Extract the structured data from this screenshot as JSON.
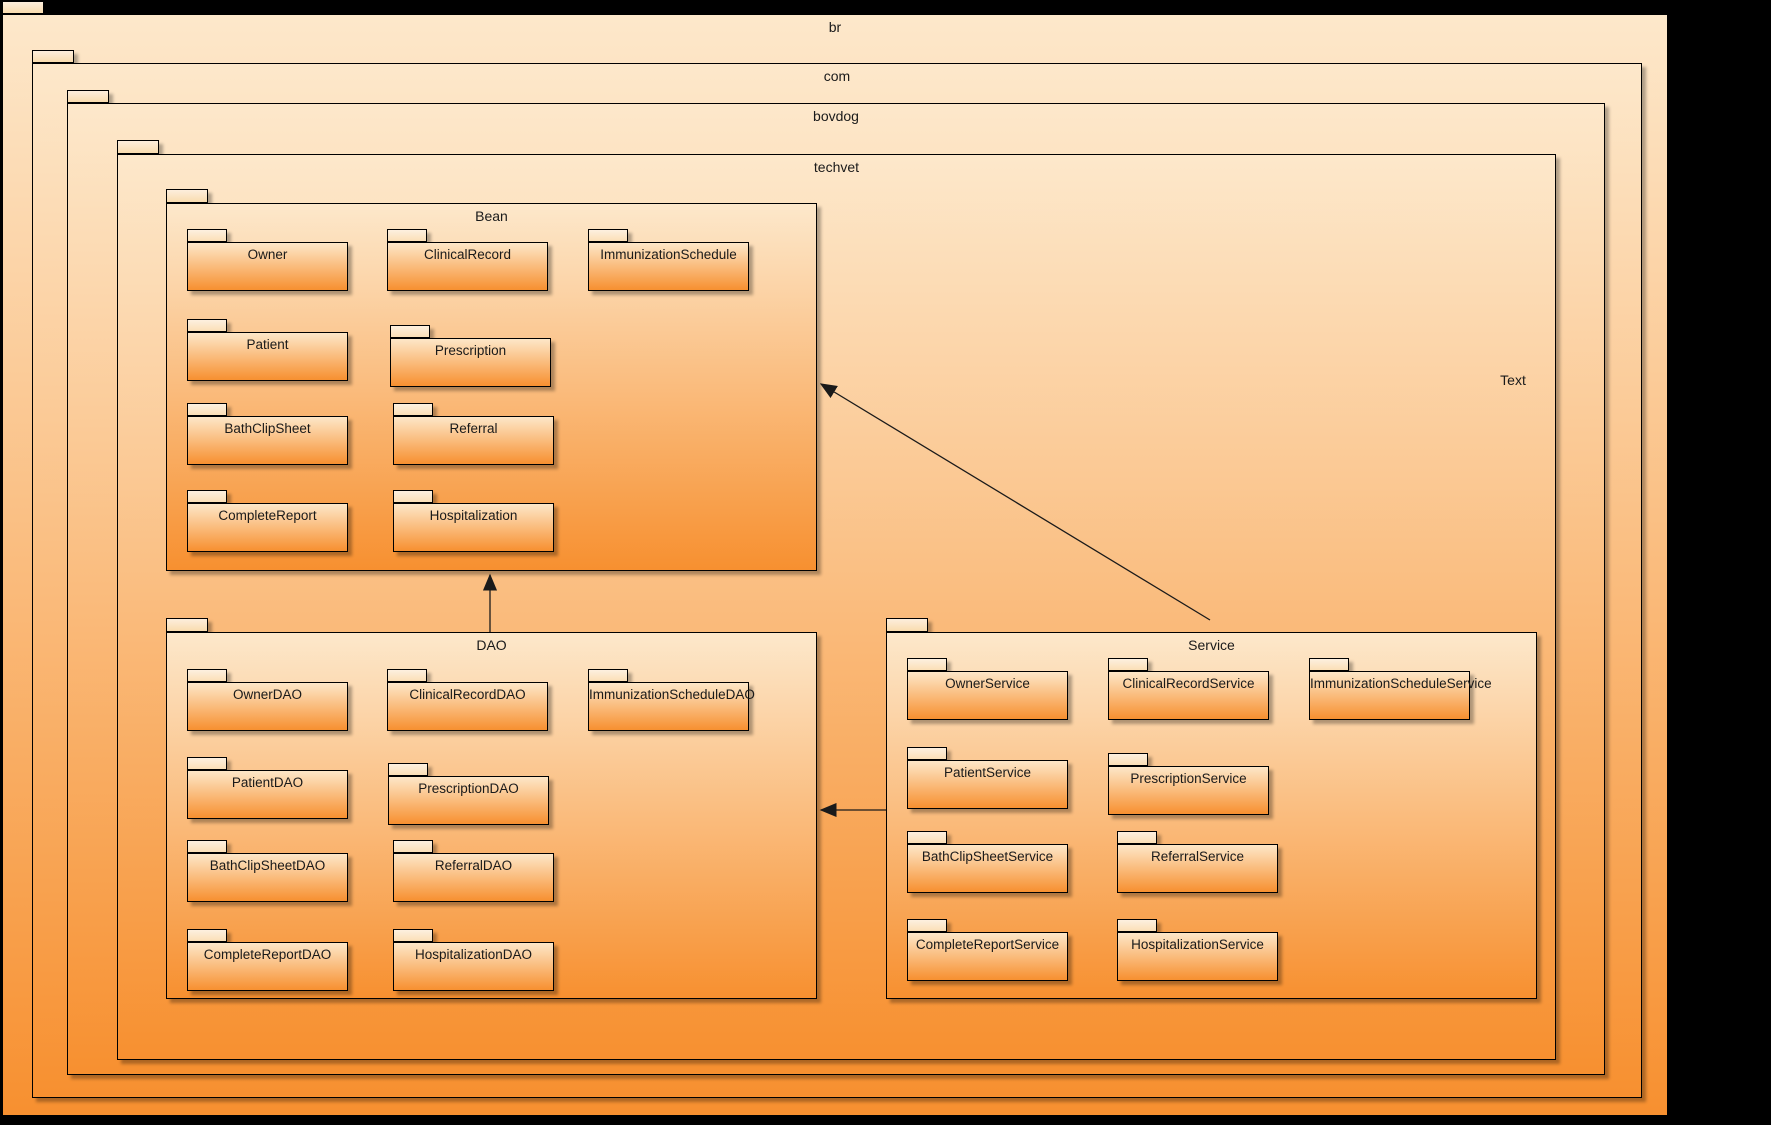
{
  "diagram": {
    "canvas_background": "#000000",
    "shape_gradient_top": "#fde8cb",
    "shape_gradient_bottom": "#f79030",
    "border_color": "#000000",
    "text_color": "#1a1a1a"
  },
  "packages": {
    "br": {
      "label": "br"
    },
    "com": {
      "label": "com"
    },
    "bovdog": {
      "label": "bovdog"
    },
    "techvet": {
      "label": "techvet"
    },
    "bean": {
      "label": "Bean",
      "classes": [
        "Owner",
        "ClinicalRecord",
        "ImmunizationSchedule",
        "Patient",
        "Prescription",
        "BathClipSheet",
        "Referral",
        "CompleteReport",
        "Hospitalization"
      ]
    },
    "dao": {
      "label": "DAO",
      "classes": [
        "OwnerDAO",
        "ClinicalRecordDAO",
        "ImmunizationScheduleDAO",
        "PatientDAO",
        "PrescriptionDAO",
        "BathClipSheetDAO",
        "ReferralDAO",
        "CompleteReportDAO",
        "HospitalizationDAO"
      ]
    },
    "service": {
      "label": "Service",
      "classes": [
        "OwnerService",
        "ClinicalRecordService",
        "ImmunizationScheduleService",
        "PatientService",
        "PrescriptionService",
        "BathClipSheetService",
        "ReferralService",
        "CompleteReportService",
        "HospitalizationService"
      ]
    }
  },
  "floating_text": {
    "label": "Text"
  },
  "relations": [
    {
      "from": "DAO",
      "to": "Bean"
    },
    {
      "from": "Service",
      "to": "DAO"
    },
    {
      "from": "Service",
      "to": "Bean"
    }
  ]
}
